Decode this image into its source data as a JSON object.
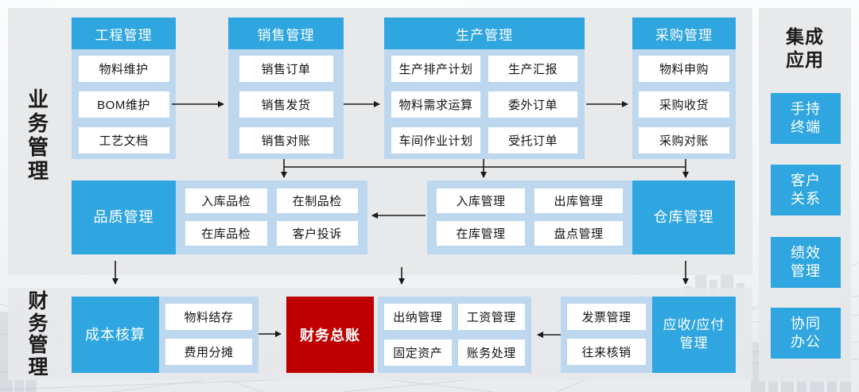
{
  "sections": {
    "business_label": "业务管理",
    "finance_label": "财务管理",
    "integration_title": "集成\n应用"
  },
  "engineering": {
    "header": "工程管理",
    "items": [
      "物料维护",
      "BOM维护",
      "工艺文档"
    ]
  },
  "sales": {
    "header": "销售管理",
    "items": [
      "销售订单",
      "销售发货",
      "销售对账"
    ]
  },
  "production": {
    "header": "生产管理",
    "items": [
      "生产排产计划",
      "生产汇报",
      "物料需求运算",
      "委外订单",
      "车间作业计划",
      "受托订单"
    ]
  },
  "procurement": {
    "header": "采购管理",
    "items": [
      "物料申购",
      "采购收货",
      "采购对账"
    ]
  },
  "quality": {
    "label": "品质管理",
    "items": [
      "入库品检",
      "在制品检",
      "在库品检",
      "客户投诉"
    ]
  },
  "warehouse": {
    "label": "仓库管理",
    "items": [
      "入库管理",
      "出库管理",
      "在库管理",
      "盘点管理"
    ]
  },
  "cost": {
    "label": "成本核算",
    "items": [
      "物料结存",
      "费用分摊"
    ]
  },
  "ledger": {
    "label": "财务总账"
  },
  "finance_ops": {
    "items": [
      "出纳管理",
      "工资管理",
      "固定资产",
      "账务处理"
    ]
  },
  "invoicing": {
    "items": [
      "发票管理",
      "往来核销"
    ]
  },
  "arap": {
    "label": "应收/应付\n管理"
  },
  "integration": {
    "items": [
      "手持\n终端",
      "客户\n关系",
      "绩效\n管理",
      "协同\n办公"
    ]
  },
  "colors": {
    "module_blue": "#2FA6E0",
    "container_light_blue": "#BDD7EE",
    "ledger_red": "#C00000",
    "panel_gray": "#E7E8EA",
    "arrow_black": "#1A1A1A"
  }
}
